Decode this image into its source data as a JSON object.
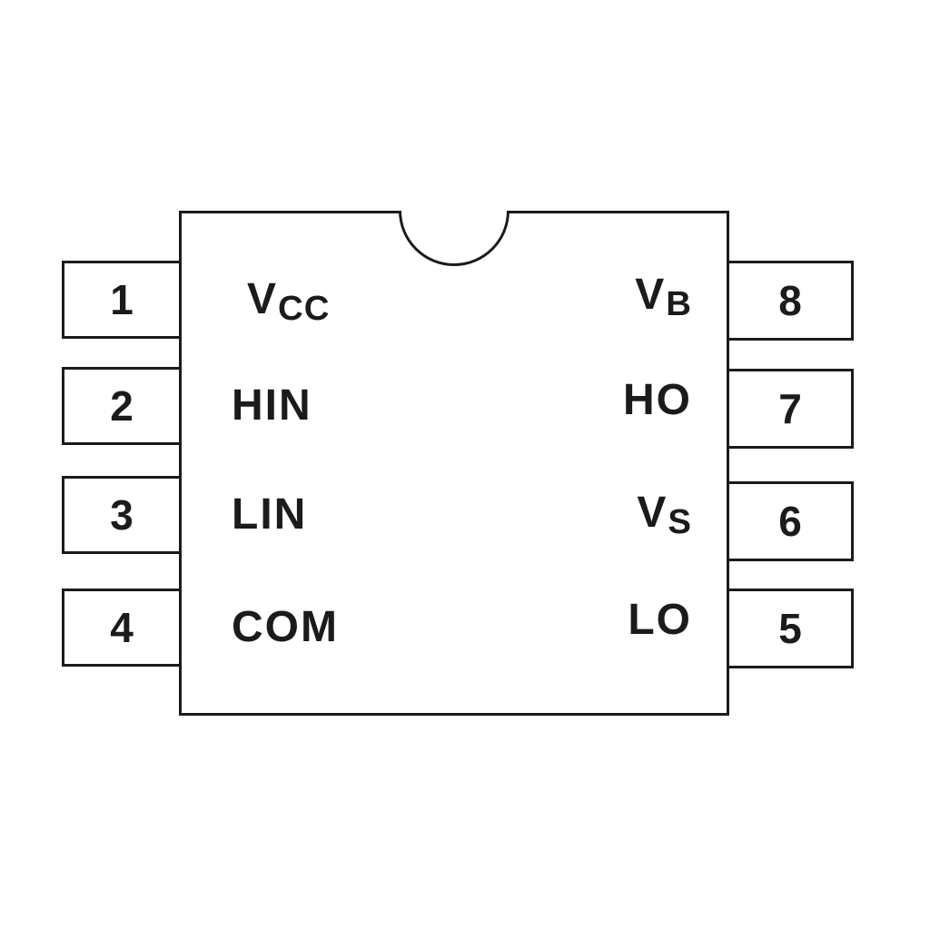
{
  "diagram": {
    "type": "ic-pinout-dip8",
    "colors": {
      "line": "#1b1b1b",
      "background": "#ffffff"
    },
    "pins": {
      "left": [
        {
          "number": "1",
          "label": "V",
          "sub": "CC"
        },
        {
          "number": "2",
          "label": "HIN",
          "sub": ""
        },
        {
          "number": "3",
          "label": "LIN",
          "sub": ""
        },
        {
          "number": "4",
          "label": "COM",
          "sub": ""
        }
      ],
      "right": [
        {
          "number": "8",
          "label": "V",
          "sub": "B"
        },
        {
          "number": "7",
          "label": "HO",
          "sub": ""
        },
        {
          "number": "6",
          "label": "V",
          "sub": "S"
        },
        {
          "number": "5",
          "label": "LO",
          "sub": ""
        }
      ]
    }
  }
}
